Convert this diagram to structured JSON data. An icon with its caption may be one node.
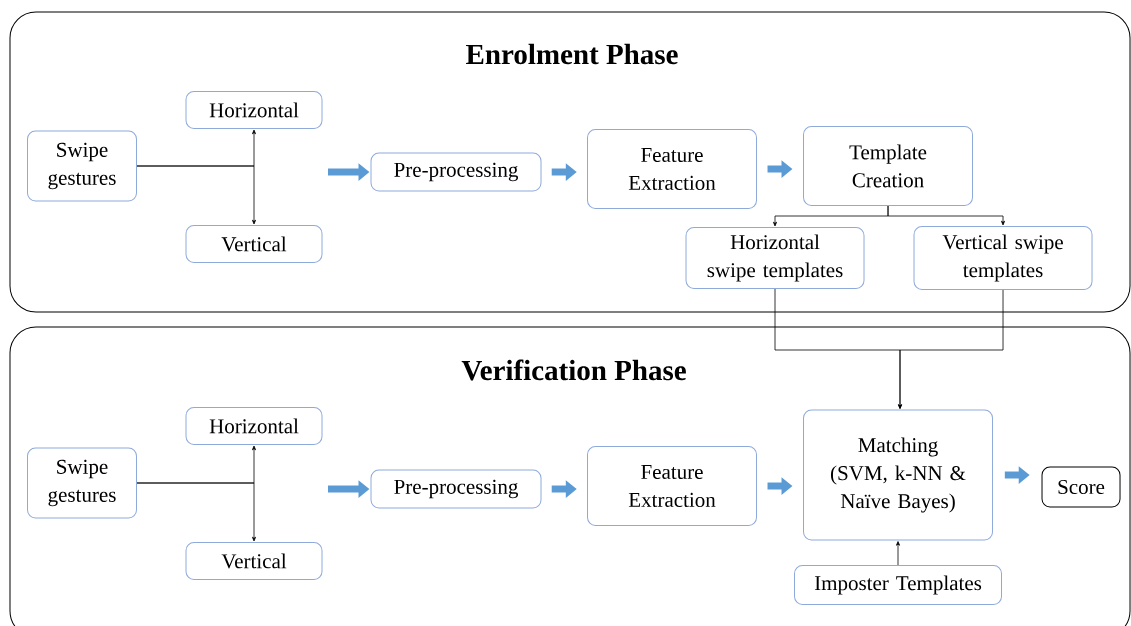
{
  "diagram": {
    "nodes": [
      {
        "text": [
          "Enrolment Phase"
        ]
      },
      {
        "text": [
          "Swipe gestures"
        ],
        "in": 0
      },
      {
        "text": [
          "Horizontal"
        ],
        "in": 0
      },
      {
        "text": [
          "Vertical"
        ],
        "in": 0
      },
      {
        "text": [
          "Pre-processing"
        ],
        "in": 0
      },
      {
        "text": [
          "Feature Extraction"
        ],
        "in": 0
      },
      {
        "text": [
          "Template Creation"
        ],
        "in": 0
      },
      {
        "text": [
          "Horizontal swipe templates"
        ],
        "in": 0
      },
      {
        "text": [
          "Vertical swipe templates"
        ],
        "in": 0
      },
      {
        "text": [
          "Verification Phase"
        ]
      },
      {
        "text": [
          "Swipe gestures"
        ],
        "in": 9
      },
      {
        "text": [
          "Horizontal"
        ],
        "in": 9
      },
      {
        "text": [
          "Vertical"
        ],
        "in": 9
      },
      {
        "text": [
          "Pre-processing"
        ],
        "in": 9
      },
      {
        "text": [
          "Feature Extraction"
        ],
        "in": 9
      },
      {
        "text": [
          "Matching (SVM, k-NN & Naïve Bayes)"
        ],
        "in": 9
      },
      {
        "text": [
          "Score"
        ],
        "in": 9
      },
      {
        "text": [
          "Imposter Templates"
        ],
        "in": 9
      }
    ],
    "edges": [
      {
        "from": 1,
        "to": 2,
        "arrow": "to"
      },
      {
        "from": 1,
        "to": 3,
        "arrow": "to"
      },
      {
        "from": null,
        "to": 4,
        "arrow": "to",
        "style": "thick",
        "color": "#5b9bd5"
      },
      {
        "from": 4,
        "to": 5,
        "arrow": "to",
        "style": "thick",
        "color": "#5b9bd5"
      },
      {
        "from": 5,
        "to": 6,
        "arrow": "to",
        "style": "thick",
        "color": "#5b9bd5"
      },
      {
        "from": 6,
        "to": 7,
        "arrow": "to"
      },
      {
        "from": 6,
        "to": 8,
        "arrow": "to"
      },
      {
        "from": 7,
        "to": 15,
        "arrow": "to"
      },
      {
        "from": 8,
        "to": 15,
        "arrow": "to"
      },
      {
        "from": 10,
        "to": 11,
        "arrow": "to"
      },
      {
        "from": 10,
        "to": 12,
        "arrow": "to"
      },
      {
        "from": null,
        "to": 13,
        "arrow": "to",
        "style": "thick",
        "color": "#5b9bd5"
      },
      {
        "from": 13,
        "to": 14,
        "arrow": "to",
        "style": "thick",
        "color": "#5b9bd5"
      },
      {
        "from": 14,
        "to": 15,
        "arrow": "to",
        "style": "thick",
        "color": "#5b9bd5"
      },
      {
        "from": 15,
        "to": 16,
        "arrow": "to",
        "style": "thick",
        "color": "#5b9bd5"
      },
      {
        "from": 17,
        "to": 15,
        "arrow": "to"
      }
    ]
  }
}
